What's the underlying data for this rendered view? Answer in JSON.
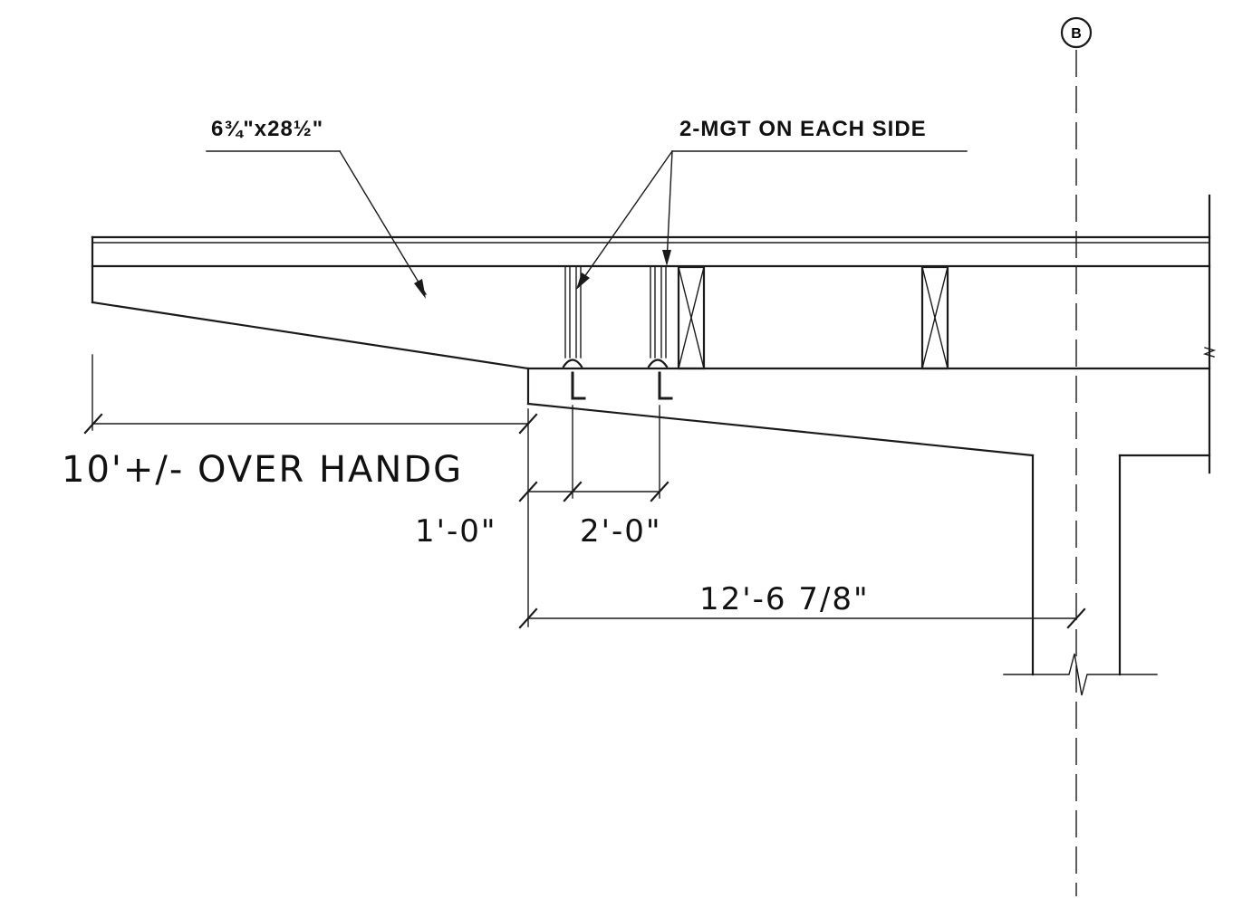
{
  "grid_line": {
    "label": "B"
  },
  "labels": {
    "beam_size": "6¾\"x28½\"",
    "mgt_note": "2-MGT ON EACH SIDE"
  },
  "dimensions": {
    "overhang": "10'+/- OVER HANDG",
    "edge_offset": "1'-0\"",
    "spacing": "2'-0\"",
    "to_grid": "12'-6 7/8\""
  }
}
